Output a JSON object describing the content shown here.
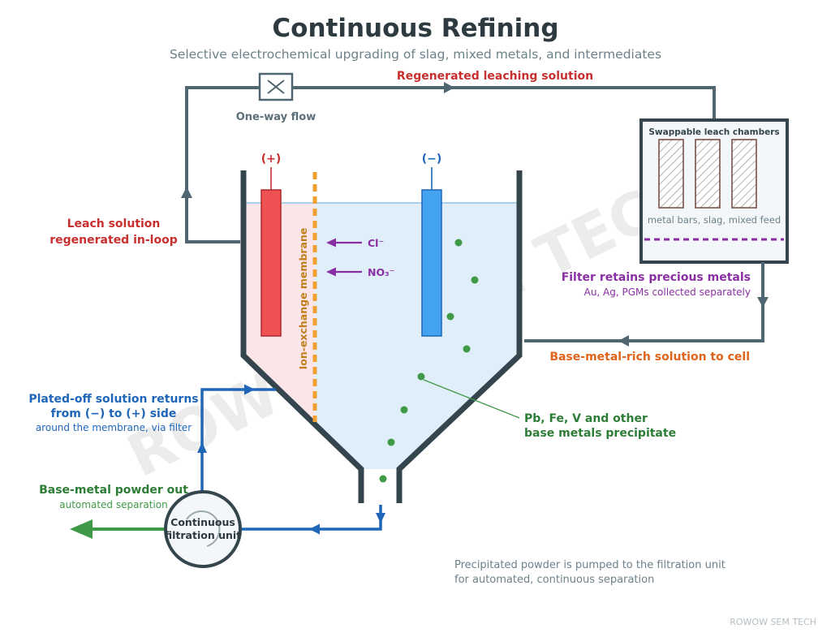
{
  "title": "Continuous Refining",
  "subtitle": "Selective electrochemical upgrading of slag, mixed metals, and intermediates",
  "top_loop": {
    "label": "Regenerated leaching solution",
    "valve_label": "One-way flow"
  },
  "left_loop": {
    "label_line1": "Leach solution",
    "label_line2": "regenerated in-loop"
  },
  "leach_box": {
    "title": "Swappable leach chambers",
    "contents_label": "metal bars, slag, mixed feed",
    "filter_label": "Filter retains precious metals",
    "filter_sublabel": "Au, Ag, PGMs collected separately"
  },
  "cell": {
    "anode_label": "(+)",
    "cathode_label": "(−)",
    "membrane_label": "Ion-exchange membrane",
    "ion_1": "Cl⁻",
    "ion_2": "NO₃⁻",
    "inlet_label": "Base-metal-rich solution to cell",
    "precipitate_line1": "Pb, Fe, V and other",
    "precipitate_line2": "base metals precipitate"
  },
  "return_flow": {
    "line1": "Plated-off solution returns",
    "line2": "from (−) to (+) side",
    "sublabel": "around the membrane, via filter"
  },
  "filtration": {
    "unit_line1": "Continuous",
    "unit_line2": "filtration unit",
    "output_label": "Base-metal powder out",
    "output_sublabel": "automated separation"
  },
  "footnote_line1": "Precipitated powder is pumped to the filtration unit",
  "footnote_line2": "for automated, continuous separation",
  "watermark": "ROWOW SEM TECH",
  "corner_credit": "ROWOW SEM TECH",
  "colors": {
    "pipe": "#4f6670",
    "red": "#c8302f",
    "blue": "#1f66b8",
    "green": "#3f9a47",
    "purple": "#8a2fa3",
    "orange": "#e0641a",
    "membrane": "#f0a030",
    "anode": "#ee5151",
    "cathode": "#42a3f0"
  }
}
